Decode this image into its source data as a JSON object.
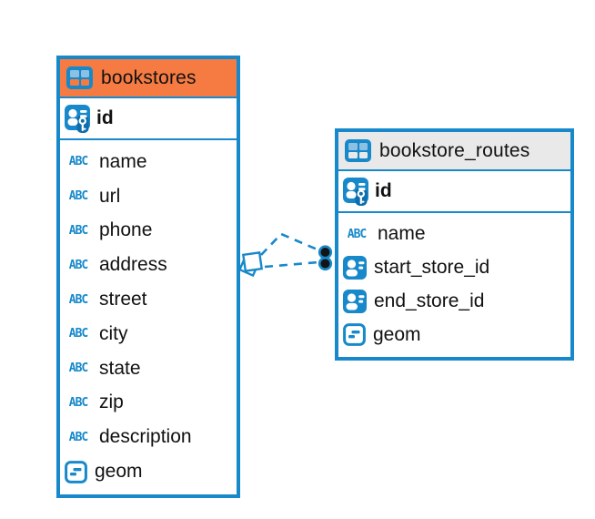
{
  "icons": {
    "abc": "ABC"
  },
  "colors": {
    "accent_blue": "#1789ca",
    "header_orange": "#f57b42",
    "header_gray": "#e9e9e9",
    "dot_black": "#141414",
    "canvas": "#ffffff"
  },
  "tables": [
    {
      "name": "bookstores",
      "header_color": "#f57b42",
      "primary_key": "id",
      "fields": [
        {
          "name": "name",
          "type": "text"
        },
        {
          "name": "url",
          "type": "text"
        },
        {
          "name": "phone",
          "type": "text"
        },
        {
          "name": "address",
          "type": "text"
        },
        {
          "name": "street",
          "type": "text"
        },
        {
          "name": "city",
          "type": "text"
        },
        {
          "name": "state",
          "type": "text"
        },
        {
          "name": "zip",
          "type": "text"
        },
        {
          "name": "description",
          "type": "text"
        },
        {
          "name": "geom",
          "type": "geometry"
        }
      ]
    },
    {
      "name": "bookstore_routes",
      "header_color": "#e9e9e9",
      "primary_key": "id",
      "fields": [
        {
          "name": "name",
          "type": "text"
        },
        {
          "name": "start_store_id",
          "type": "foreign-key"
        },
        {
          "name": "end_store_id",
          "type": "foreign-key"
        },
        {
          "name": "geom",
          "type": "geometry"
        }
      ]
    }
  ],
  "relationship": {
    "from_table": "bookstores",
    "to_table": "bookstore_routes",
    "style": "dashed",
    "lines": 2
  }
}
